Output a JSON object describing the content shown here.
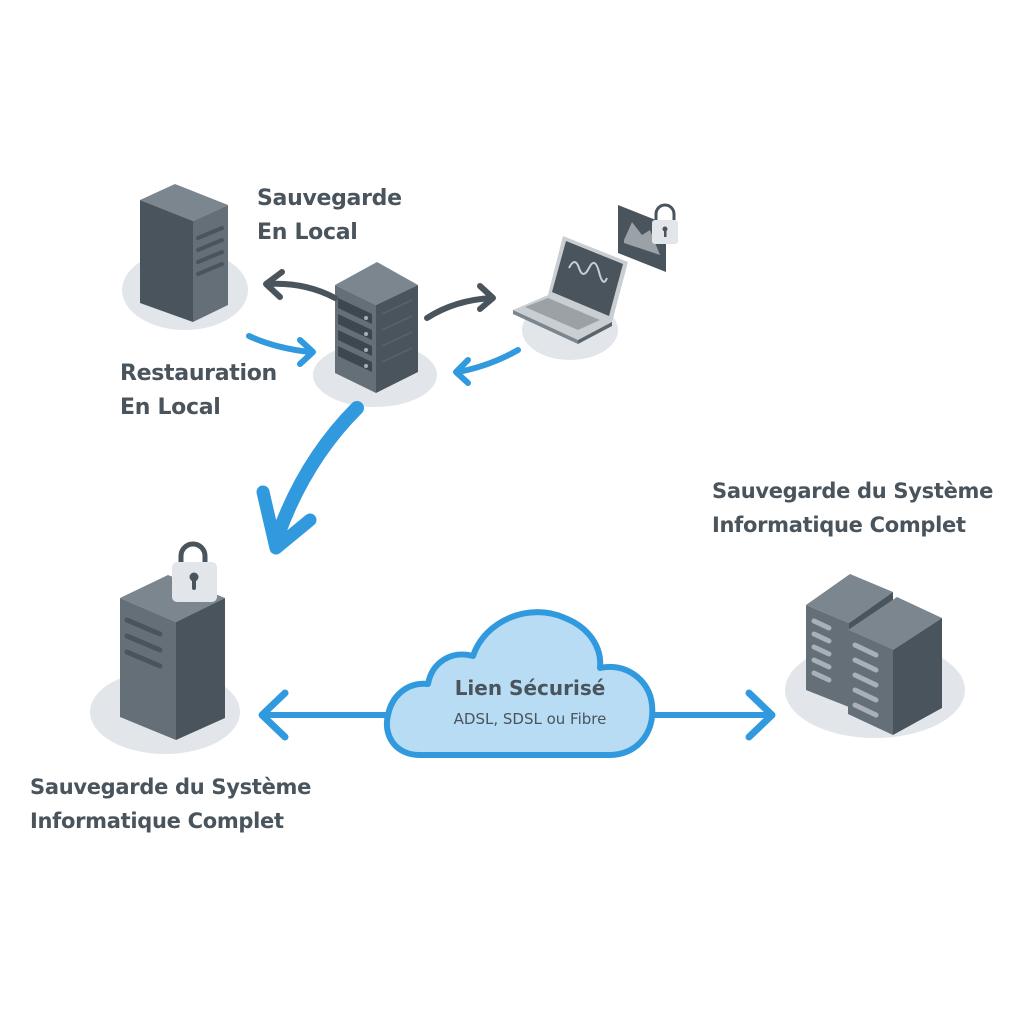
{
  "labels": {
    "local_backup": [
      "Sauvegarde",
      "En Local"
    ],
    "local_restore": [
      "Restauration",
      "En Local"
    ],
    "remote_full_backup": [
      "Sauvegarde du Système",
      "Informatique Complet"
    ],
    "local_full_backup": [
      "Sauvegarde du Système",
      "Informatique Complet"
    ]
  },
  "link": {
    "title": "Lien Sécurisé",
    "subtitle": "ADSL, SDSL ou Fibre"
  },
  "nodes": [
    {
      "id": "local-server",
      "icon": "server-tower-icon"
    },
    {
      "id": "nas-device",
      "icon": "nas-server-icon"
    },
    {
      "id": "laptop",
      "icon": "laptop-icon"
    },
    {
      "id": "secure-data",
      "icon": "secure-chart-lock-icon"
    },
    {
      "id": "secured-server",
      "icon": "locked-server-icon"
    },
    {
      "id": "datacenter",
      "icon": "datacenter-servers-icon"
    }
  ],
  "colors": {
    "accent_blue": "#3199dd",
    "cloud_fill": "#b8dcf4",
    "dark_arrow": "#4a545c",
    "server_front": "#646f78",
    "server_side": "#4a545c",
    "server_top": "#7b868e",
    "shadow": "#e2e6ea",
    "text": "#4a545c"
  }
}
